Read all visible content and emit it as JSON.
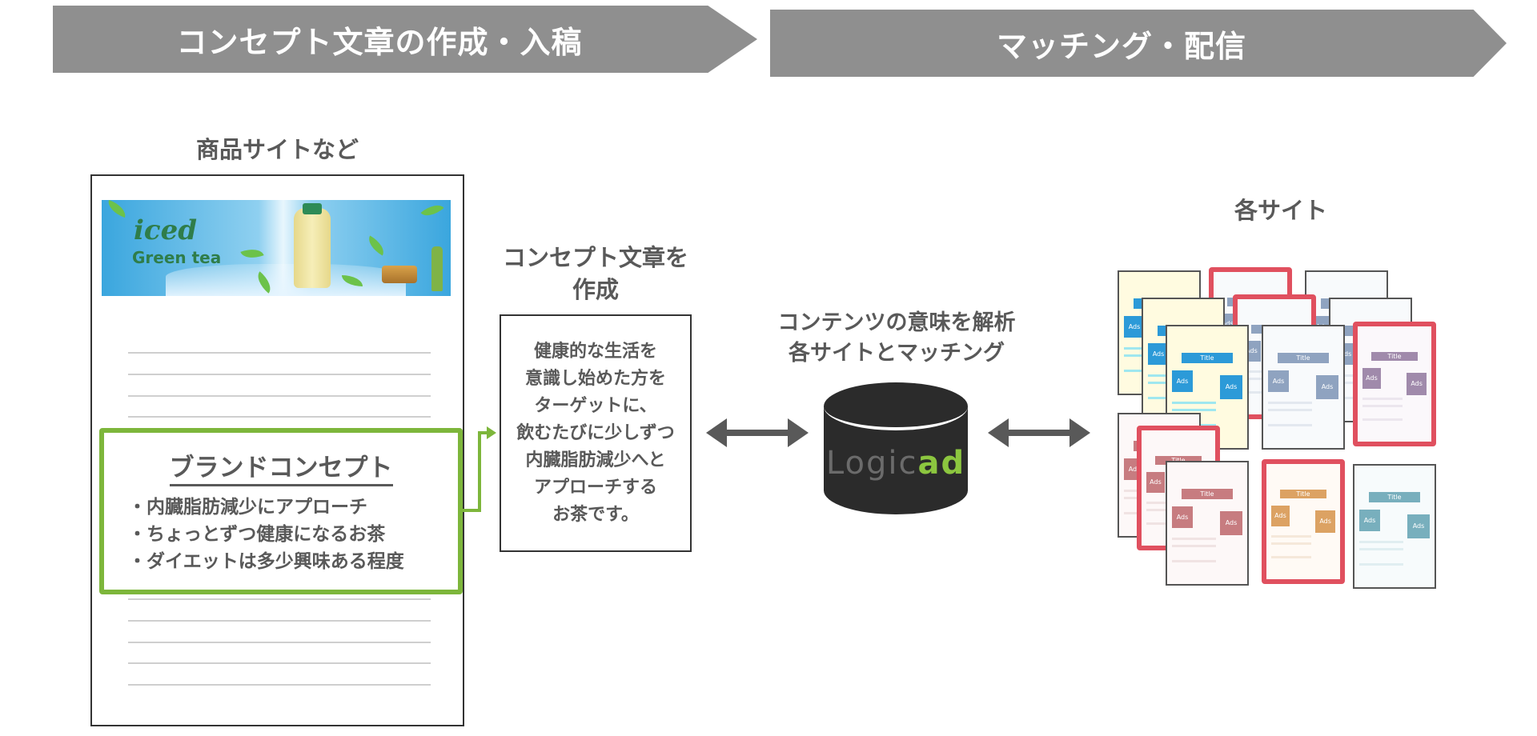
{
  "phases": [
    {
      "label": "コンセプト文章の作成・入稿"
    },
    {
      "label": "マッチング・配信"
    }
  ],
  "product_site": {
    "heading": "商品サイトなど",
    "banner": {
      "title_script": "iced",
      "title_main": "Green tea"
    },
    "brand_concept": {
      "title": "ブランドコンセプト",
      "items": [
        "・内臓脂肪減少にアプローチ",
        "・ちょっとずつ健康になるお茶",
        "・ダイエットは多少興味ある程度"
      ]
    }
  },
  "concept_sentence": {
    "heading_line1": "コンセプト文章を",
    "heading_line2": "作成",
    "body_lines": [
      "健康的な生活を",
      "意識し始めた方を",
      "ターゲットに、",
      "飲むたびに少しずつ",
      "内臓脂肪減少へと",
      "アプローチする",
      "お茶です。"
    ]
  },
  "engine": {
    "caption_line1": "コンテンツの意味を解析",
    "caption_line2": "各サイトとマッチング",
    "logo_part1": "Logic",
    "logo_part2": "ad"
  },
  "sites": {
    "heading": "各サイト",
    "card_labels": {
      "title": "Title",
      "ad_small": "Ads",
      "ad_large": "Ads"
    },
    "cards": [
      {
        "theme": "yellow-blue",
        "highlighted": false
      },
      {
        "theme": "slate",
        "highlighted": true
      },
      {
        "theme": "slate",
        "highlighted": false
      },
      {
        "theme": "yellow-blue",
        "highlighted": false
      },
      {
        "theme": "slate",
        "highlighted": true
      },
      {
        "theme": "slate",
        "highlighted": false
      },
      {
        "theme": "yellow-blue",
        "highlighted": false
      },
      {
        "theme": "slate",
        "highlighted": false
      },
      {
        "theme": "purple",
        "highlighted": true
      },
      {
        "theme": "rose",
        "highlighted": false
      },
      {
        "theme": "rose",
        "highlighted": true
      },
      {
        "theme": "rose",
        "highlighted": false
      },
      {
        "theme": "orange",
        "highlighted": true
      },
      {
        "theme": "teal",
        "highlighted": false
      }
    ]
  },
  "colors": {
    "chevron": "#8f8f8f",
    "brand_green": "#7db63b",
    "highlight_red": "#e0505f",
    "logo_green": "#8cc63f",
    "text_gray": "#595959"
  }
}
